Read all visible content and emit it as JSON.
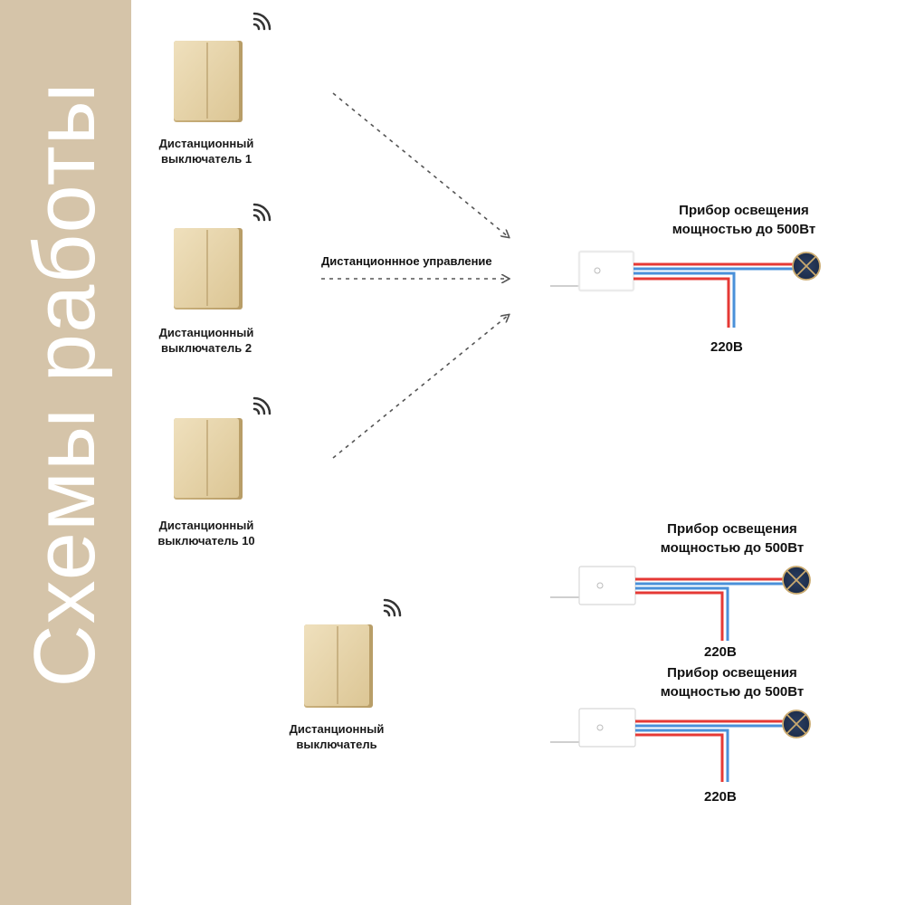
{
  "sidebar": {
    "title": "Схемы работы",
    "color": "#d5c4a9"
  },
  "switch_color": "#e8d5aa",
  "wire_colors": {
    "phase": "#e53935",
    "neutral": "#4a90d9"
  },
  "switches": [
    {
      "line1": "Дистанционный",
      "line2": "выключатель 1",
      "icon": "wireless-signal-icon"
    },
    {
      "line1": "Дистанционный",
      "line2": "выключатель 2",
      "icon": "wireless-signal-icon"
    },
    {
      "line1": "Дистанционный",
      "line2": "выключатель 10",
      "icon": "wireless-signal-icon"
    },
    {
      "line1": "Дистанционный",
      "line2": "выключатель",
      "icon": "wireless-signal-icon"
    }
  ],
  "remote_control_label": "Дистанционнное управление",
  "devices": [
    {
      "line1": "Прибор освещения",
      "line2": "мощностью до 500Вт",
      "voltage": "220В"
    },
    {
      "line1": "Прибор освещения",
      "line2": "мощностью до 500Вт",
      "voltage": "220В"
    },
    {
      "line1": "Прибор освещения",
      "line2": "мощностью до 500Вт",
      "voltage": "220В"
    }
  ]
}
